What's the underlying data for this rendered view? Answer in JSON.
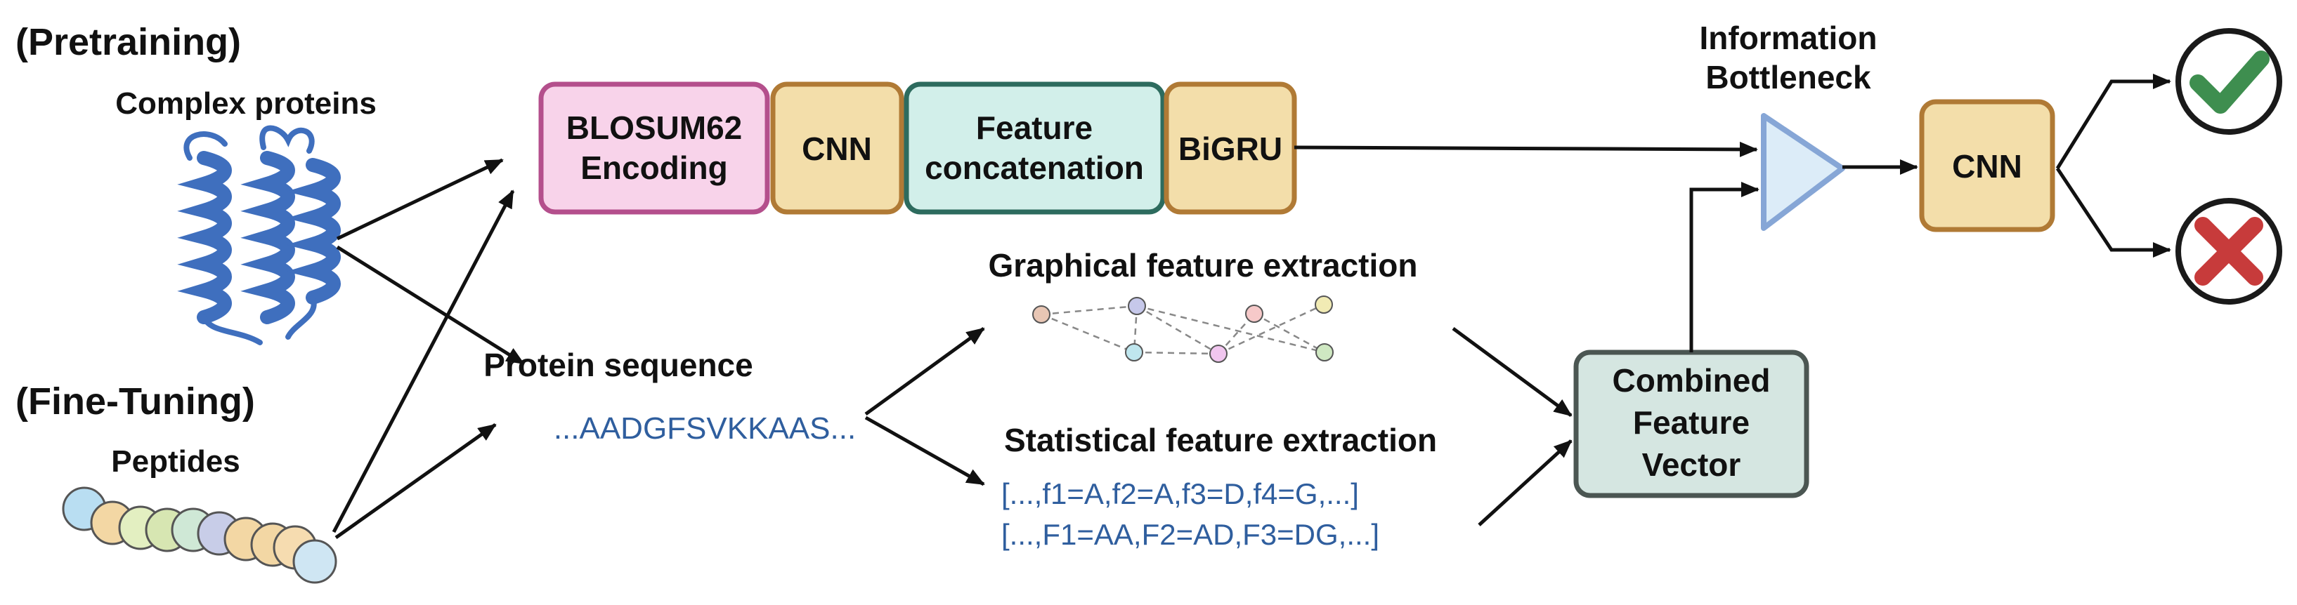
{
  "sections": {
    "pretraining": "(Pretraining)",
    "fine_tuning": "(Fine-Tuning)"
  },
  "inputs": {
    "complex_proteins": "Complex proteins",
    "peptides": "Peptides"
  },
  "sequence": {
    "title": "Protein sequence",
    "value": "...AADGFSVKKAAS..."
  },
  "pipeline": {
    "blosum_line1": "BLOSUM62",
    "blosum_line2": "Encoding",
    "cnn": "CNN",
    "feature_line1": "Feature",
    "feature_line2": "concatenation",
    "bigru": "BiGRU"
  },
  "graphical": {
    "title": "Graphical feature extraction"
  },
  "statistical": {
    "title": "Statistical feature extraction",
    "line1": "[...,f1=A,f2=A,f3=D,f4=G,...]",
    "line2": "[...,F1=AA,F2=AD,F3=DG,...]"
  },
  "combined": {
    "line1": "Combined",
    "line2": "Feature",
    "line3": "Vector"
  },
  "bottleneck": {
    "line1": "Information",
    "line2": "Bottleneck"
  },
  "output_cnn": "CNN",
  "colors": {
    "blosum_fill": "#f8d3ea",
    "blosum_stroke": "#b44f8c",
    "cnn_fill": "#f3deaa",
    "cnn_stroke": "#b07a35",
    "feature_fill": "#d2efea",
    "feature_stroke": "#2d6b5e",
    "combined_fill": "#d5e6e1",
    "combined_stroke": "#4b5652",
    "bottleneck_fill": "#dcecf8",
    "bottleneck_stroke": "#86a6d6",
    "protein_blue": "#3f6fbe",
    "check_green": "#3e8e4f",
    "cross_red": "#c73b3b",
    "text_blue": "#2f5e9e"
  },
  "icons": {
    "protein": "protein-helix-icon",
    "peptide": "peptide-beads-icon",
    "graph": "graph-network-icon",
    "check": "check-circle-icon",
    "cross": "cross-circle-icon"
  }
}
